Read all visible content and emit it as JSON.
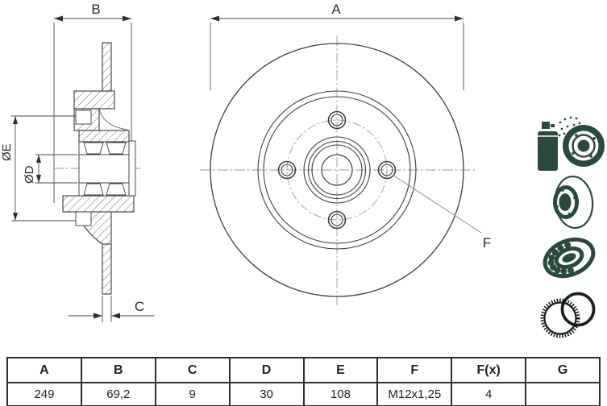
{
  "drawing": {
    "labels": {
      "diameter_a": "A",
      "width_b": "B",
      "thickness_c": "C",
      "bore_d": "ØD",
      "bore_e": "ØE",
      "hole_f": "F"
    }
  },
  "icons": [
    "spray-coating-disc-icon",
    "brake-disc-icon",
    "wheel-bearing-icon",
    "abs-ring-icon"
  ],
  "colors": {
    "icon_green": "#2a4b3b",
    "icon_dark": "#18241b",
    "line_dark": "#3b3b3b",
    "centerline_gray": "#9a9a9a"
  },
  "table": {
    "columns": [
      {
        "header": "A",
        "value": "249"
      },
      {
        "header": "B",
        "value": "69,2"
      },
      {
        "header": "C",
        "value": "9"
      },
      {
        "header": "D",
        "value": "30"
      },
      {
        "header": "E",
        "value": "108"
      },
      {
        "header": "F",
        "value": "M12x1,25"
      },
      {
        "header": "F(x)",
        "value": "4"
      },
      {
        "header": "G",
        "value": ""
      }
    ]
  }
}
